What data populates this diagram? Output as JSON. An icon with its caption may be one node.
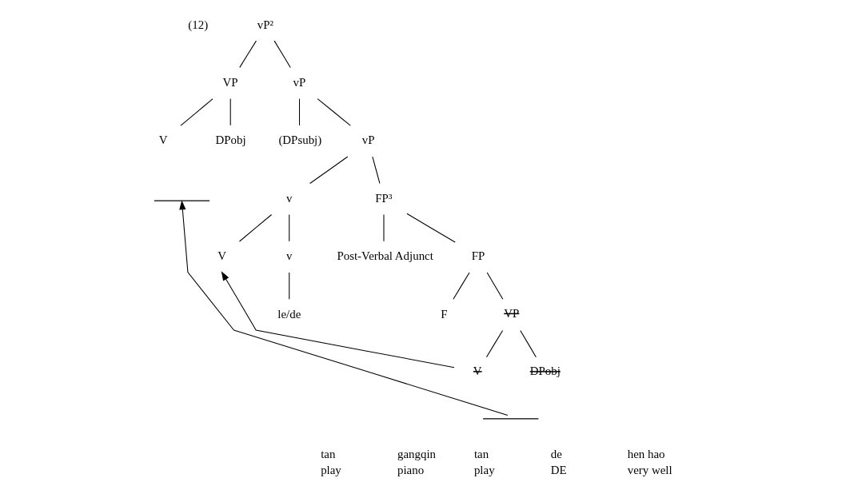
{
  "diagram": {
    "nodes": [
      {
        "text": [
          "vP²"
        ]
      },
      {
        "text": [
          "VP"
        ]
      },
      {
        "text": [
          "vP"
        ]
      },
      {
        "text": [
          "V"
        ]
      },
      {
        "text": [
          "DPobj"
        ]
      },
      {
        "text": [],
        "shape": "brace"
      },
      {
        "text": [
          "(DPsubj)"
        ]
      },
      {
        "text": [
          "vP"
        ]
      },
      {
        "text": [
          "v"
        ]
      },
      {
        "text": [
          "FP³"
        ]
      },
      {
        "text": [
          "V"
        ]
      },
      {
        "text": [
          "v"
        ]
      },
      {
        "text": [
          "Post-Verbal Adjunct"
        ]
      },
      {
        "text": [
          "FP"
        ]
      },
      {
        "text": [
          "le/de"
        ]
      },
      {
        "text": [
          "F"
        ]
      },
      {
        "text": [
          "VP"
        ]
      },
      {
        "text": [
          "V"
        ]
      },
      {
        "text": [
          "DPobj"
        ]
      },
      {
        "text": [],
        "shape": "brace"
      }
    ],
    "edges": [
      {
        "from": 0,
        "to": 1,
        "arrow": "none"
      },
      {
        "from": 0,
        "to": 2,
        "arrow": "none"
      },
      {
        "from": 1,
        "to": 3,
        "arrow": "none"
      },
      {
        "from": 1,
        "to": 4,
        "arrow": "none"
      },
      {
        "from": 2,
        "to": 6,
        "arrow": "none"
      },
      {
        "from": 2,
        "to": 7,
        "arrow": "none"
      },
      {
        "from": 7,
        "to": 8,
        "arrow": "none"
      },
      {
        "from": 7,
        "to": 9,
        "arrow": "none"
      },
      {
        "from": 8,
        "to": 10,
        "arrow": "none"
      },
      {
        "from": 8,
        "to": 11,
        "arrow": "none"
      },
      {
        "from": 9,
        "to": 12,
        "arrow": "none"
      },
      {
        "from": 9,
        "to": 13,
        "arrow": "none"
      },
      {
        "from": 11,
        "to": 14,
        "arrow": "none"
      },
      {
        "from": 13,
        "to": 15,
        "arrow": "none"
      },
      {
        "from": 13,
        "to": 16,
        "arrow": "none"
      },
      {
        "from": 16,
        "to": 17,
        "arrow": "none"
      },
      {
        "from": 16,
        "to": 18,
        "arrow": "none"
      },
      {
        "from": 17,
        "to": 10,
        "arrow": "to"
      },
      {
        "from": 19,
        "to": 5,
        "arrow": "to"
      }
    ],
    "labels": [
      "(12)",
      "tan",
      "gangqin",
      "tan",
      "de",
      "hen hao",
      "play",
      "piano",
      "play",
      "DE",
      "very well"
    ]
  }
}
